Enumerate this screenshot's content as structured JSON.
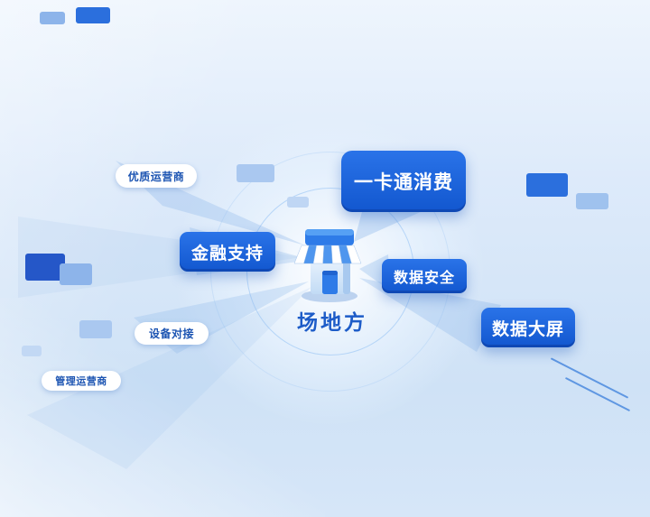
{
  "diagram": {
    "title": "venue feature hub diagram",
    "center": {
      "label": "场地方",
      "icon": "storefront-icon"
    },
    "nodes": [
      {
        "id": "premium-operator",
        "label": "优质运营商",
        "style": "pill"
      },
      {
        "id": "card-consumption",
        "label": "一卡通消费",
        "style": "primary"
      },
      {
        "id": "financial-support",
        "label": "金融支持",
        "style": "primary"
      },
      {
        "id": "data-security",
        "label": "数据安全",
        "style": "primary"
      },
      {
        "id": "data-big-screen",
        "label": "数据大屏",
        "style": "primary"
      },
      {
        "id": "device-docking",
        "label": "设备对接",
        "style": "pill"
      },
      {
        "id": "management-operator",
        "label": "管理运营商",
        "style": "pill"
      }
    ],
    "colors": {
      "primary_button": "#1b63dd",
      "primary_button_dark": "#1257cf",
      "pill_background": "#ffffff",
      "pill_text": "#1c54b2",
      "center_text": "#1d5cc8",
      "beam": "#8fb9ea",
      "deco_dark_blue": "#2b6fdd",
      "deco_light_blue": "#aac8f0",
      "background_top": "#eef5fd",
      "background_bottom": "#cfe2f6"
    }
  }
}
